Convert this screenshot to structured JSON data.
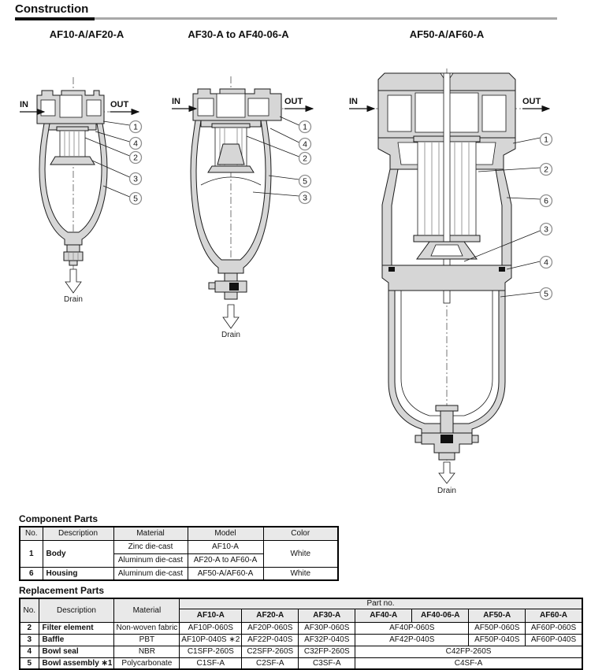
{
  "page": {
    "section_title": "Construction"
  },
  "colors": {
    "diagram_fill": "#d6d6d6",
    "line": "#1a1a1a",
    "callout_ring": "#8f8f8f",
    "table_header_bg": "#e9e9e9",
    "rule_gray": "#a8a8a8"
  },
  "diagrams": [
    {
      "title": "AF10-A/AF20-A",
      "in": "IN",
      "out": "OUT",
      "drain": "Drain",
      "callouts": [
        "1",
        "4",
        "2",
        "3",
        "5"
      ]
    },
    {
      "title": "AF30-A to AF40-06-A",
      "in": "IN",
      "out": "OUT",
      "drain": "Drain",
      "callouts": [
        "1",
        "4",
        "2",
        "5",
        "3"
      ]
    },
    {
      "title": "AF50-A/AF60-A",
      "in": "IN",
      "out": "OUT",
      "drain": "Drain",
      "callouts": [
        "1",
        "2",
        "6",
        "3",
        "4",
        "5"
      ]
    }
  ],
  "component_parts": {
    "title": "Component Parts",
    "headers": [
      "No.",
      "Description",
      "Material",
      "Model",
      "Color"
    ],
    "rows": [
      {
        "no": "1",
        "description": "Body",
        "material_1": "Zinc die-cast",
        "model_1": "AF10-A",
        "material_2": "Aluminum die-cast",
        "model_2": "AF20-A to AF60-A",
        "color": "White"
      },
      {
        "no": "6",
        "description": "Housing",
        "material": "Aluminum die-cast",
        "model": "AF50-A/AF60-A",
        "color": "White"
      }
    ]
  },
  "replacement_parts": {
    "title": "Replacement Parts",
    "headers": {
      "no": "No.",
      "description": "Description",
      "material": "Material",
      "part_no": "Part no."
    },
    "models": [
      "AF10-A",
      "AF20-A",
      "AF30-A",
      "AF40-A",
      "AF40-06-A",
      "AF50-A",
      "AF60-A"
    ],
    "rows": [
      {
        "no": "2",
        "description": "Filter element",
        "material": "Non-woven fabric",
        "parts": [
          "AF10P-060S",
          "AF20P-060S",
          "AF30P-060S",
          "AF40P-060S",
          "AF50P-060S",
          "AF60P-060S"
        ]
      },
      {
        "no": "3",
        "description": "Baffle",
        "material": "PBT",
        "parts": [
          "AF10P-040S ∗2",
          "AF22P-040S",
          "AF32P-040S",
          "AF42P-040S",
          "AF50P-040S",
          "AF60P-040S"
        ]
      },
      {
        "no": "4",
        "description": "Bowl seal",
        "material": "NBR",
        "parts": [
          "C1SFP-260S",
          "C2SFP-260S",
          "C32FP-260S",
          "C42FP-260S"
        ]
      },
      {
        "no": "5",
        "description": "Bowl assembly ∗1",
        "material": "Polycarbonate",
        "parts": [
          "C1SF-A",
          "C2SF-A",
          "C3SF-A",
          "C4SF-A"
        ]
      }
    ]
  }
}
